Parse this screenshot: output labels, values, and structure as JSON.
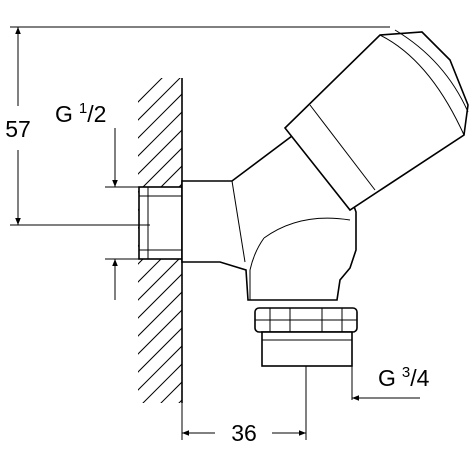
{
  "dimensions": {
    "height": "57",
    "width": "36",
    "inlet_thread": {
      "prefix": "G",
      "numerator": "1",
      "slash": "/",
      "denominator": "2"
    },
    "outlet_thread": {
      "prefix": "G",
      "numerator": "3",
      "slash": "/",
      "denominator": "4"
    }
  }
}
